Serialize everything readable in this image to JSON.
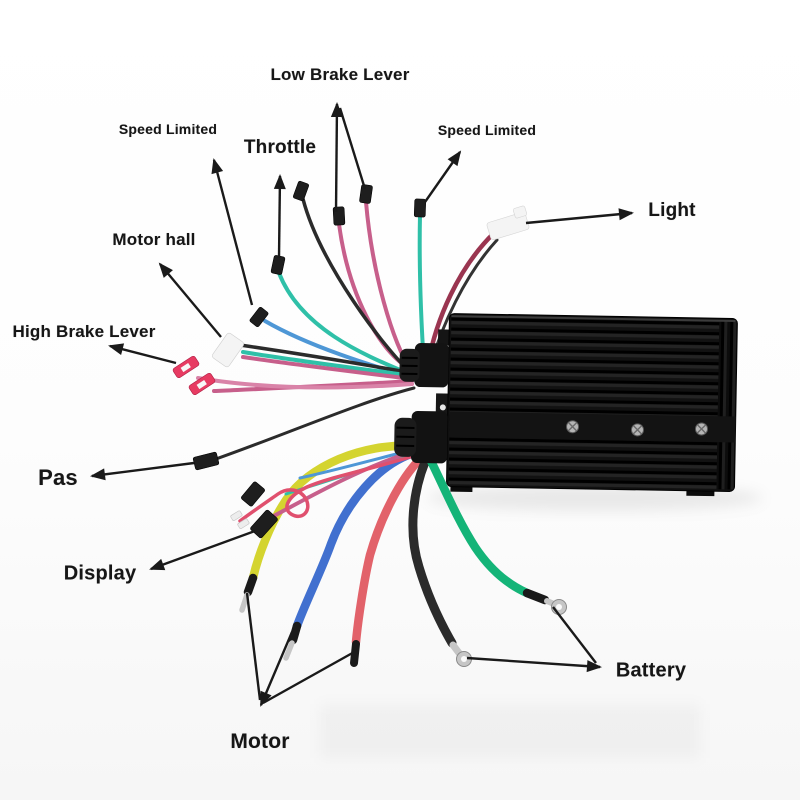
{
  "labels": {
    "low_brake_lever": "Low Brake Lever",
    "speed_limited_left": "Speed Limited",
    "throttle": "Throttle",
    "speed_limited_right": "Speed Limited",
    "light": "Light",
    "motor_hall": "Motor hall",
    "high_brake_lever": "High Brake Lever",
    "pas": "Pas",
    "display": "Display",
    "motor": "Motor",
    "battery": "Battery"
  },
  "colors": {
    "arrow": "#1a1a1a",
    "wire_pink": "#c75f8b",
    "wire_pink_light": "#d983a8",
    "wire_teal": "#2fc0a8",
    "wire_signal_blue": "#4e97d6",
    "wire_dark_red": "#9a3550",
    "wire_black": "#2b2b2b",
    "wire_yellow": "#d4d430",
    "wire_phase_blue": "#4170cf",
    "wire_phase_red": "#e2626a",
    "wire_phase_green": "#14b478",
    "wire_loop_red": "#e0506e",
    "connector_black": "#1e1e1e",
    "connector_white": "#f4f4f4",
    "connector_red": "#e73b62",
    "terminal_silver": "#c6c6c6",
    "controller_black": "#101010"
  }
}
